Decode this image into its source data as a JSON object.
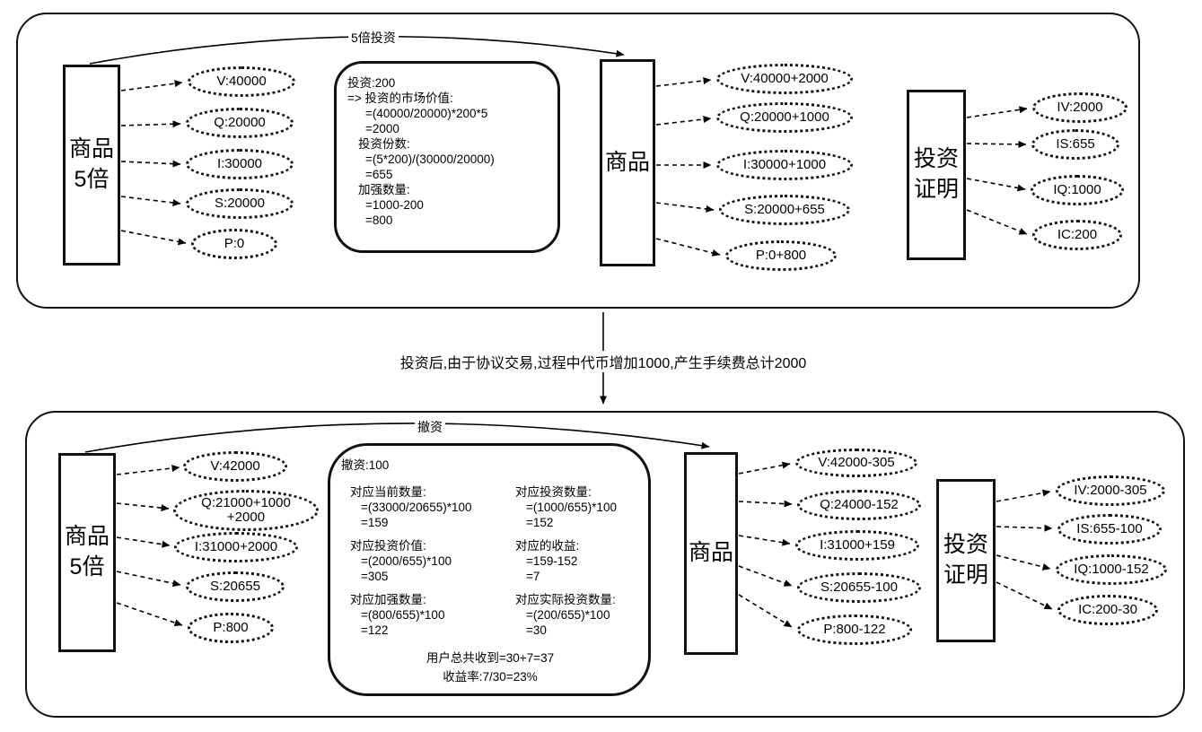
{
  "palette": {
    "ink": "#000000",
    "background": "#ffffff"
  },
  "top": {
    "source": {
      "l1": "商品",
      "l2": "5倍"
    },
    "flow_label": "5倍投资",
    "left_nodes": [
      "V:40000",
      "Q:20000",
      "I:30000",
      "S:20000",
      "P:0"
    ],
    "formula_lines": [
      "投资:200",
      "=> 投资的市场价值:",
      "=(40000/20000)*200*5",
      "=2000",
      "投资份数:",
      "=(5*200)/(30000/20000)",
      "=655",
      "加强数量:",
      "=1000-200",
      "=800"
    ],
    "product_box": "商品",
    "product_nodes": [
      "V:40000+2000",
      "Q:20000+1000",
      "I:30000+1000",
      "S:20000+655",
      "P:0+800"
    ],
    "proof_box": {
      "l1": "投资",
      "l2": "证明"
    },
    "proof_nodes": [
      "IV:2000",
      "IS:655",
      "IQ:1000",
      "IC:200"
    ]
  },
  "transition": "投资后,由于协议交易,过程中代币增加1000,产生手续费总计2000",
  "bottom": {
    "source": {
      "l1": "商品",
      "l2": "5倍"
    },
    "flow_label": "撤资",
    "left_nodes": [
      "V:42000",
      "Q:21000+1000\n+2000",
      "I:31000+2000",
      "S:20655",
      "P:800"
    ],
    "formula_title": "撤资:100",
    "left_col": [
      "对应当前数量:",
      "=(33000/20655)*100",
      "=159",
      "对应投资价值:",
      "=(2000/655)*100",
      "=305",
      "对应加强数量:",
      "=(800/655)*100",
      "=122"
    ],
    "right_col": [
      "对应投资数量:",
      "=(1000/655)*100",
      "=152",
      "对应的收益:",
      "=159-152",
      "=7",
      "对应实际投资数量:",
      "=(200/655)*100",
      "=30"
    ],
    "footer": [
      "用户总共收到=30+7=37",
      "收益率:7/30=23%"
    ],
    "product_box": "商品",
    "product_nodes": [
      "V:42000-305",
      "Q:24000-152",
      "I:31000+159",
      "S:20655-100",
      "P:800-122"
    ],
    "proof_box": {
      "l1": "投资",
      "l2": "证明"
    },
    "proof_nodes": [
      "IV:2000-305",
      "IS:655-100",
      "IQ:1000-152",
      "IC:200-30"
    ]
  }
}
